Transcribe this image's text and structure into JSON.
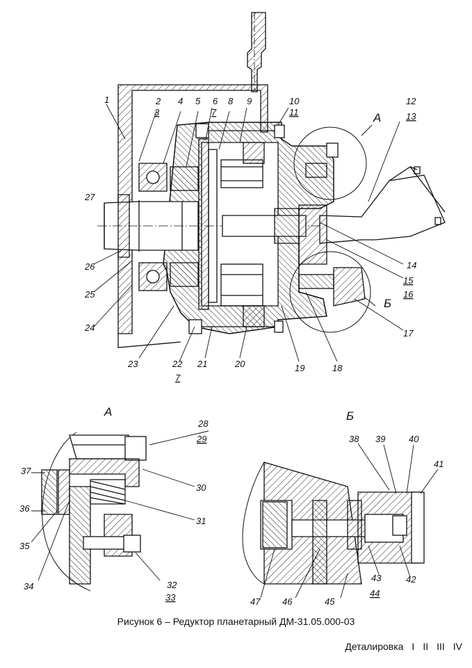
{
  "caption": "Рисунок 6 – Редуктор планетарный ДМ-31.05.000-03",
  "nav": {
    "label": "Деталировка",
    "items": [
      "I",
      "II",
      "III",
      "IV"
    ]
  },
  "views": {
    "a": "А",
    "b": "Б"
  },
  "callouts": [
    "1",
    "2",
    "3",
    "4",
    "5",
    "6",
    "7",
    "8",
    "9",
    "10",
    "11",
    "12",
    "13",
    "14",
    "15",
    "16",
    "17",
    "18",
    "19",
    "20",
    "21",
    "22",
    "23",
    "24",
    "25",
    "26",
    "27",
    "28",
    "29",
    "30",
    "31",
    "32",
    "33",
    "34",
    "35",
    "36",
    "37",
    "38",
    "39",
    "40",
    "41",
    "42",
    "43",
    "44",
    "45",
    "46",
    "47"
  ]
}
